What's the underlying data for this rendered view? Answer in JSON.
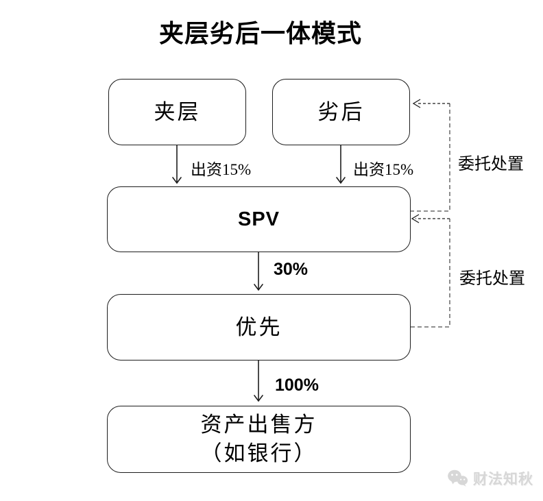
{
  "title": "夹层劣后一体模式",
  "boxes": {
    "mezzanine": "夹层",
    "subordinate": "劣后",
    "spv": "SPV",
    "senior": "优先",
    "seller_line1": "资产出售方",
    "seller_line2": "（如银行）"
  },
  "edge_labels": {
    "mezzanine_contribution": "出资15%",
    "subordinate_contribution": "出资15%",
    "spv_to_senior": "30%",
    "senior_to_seller": "100%",
    "entrust_upper": "委托处置",
    "entrust_lower": "委托处置"
  },
  "watermark": {
    "icon": "wechat-icon",
    "text": "财法知秋"
  },
  "colors": {
    "background": "#ffffff",
    "line": "#1c1c1c",
    "dashed_gray": "#7f7f7f",
    "dashed_dark": "#1c1c1c",
    "text": "#000000",
    "watermark": "#d7d7d7"
  }
}
